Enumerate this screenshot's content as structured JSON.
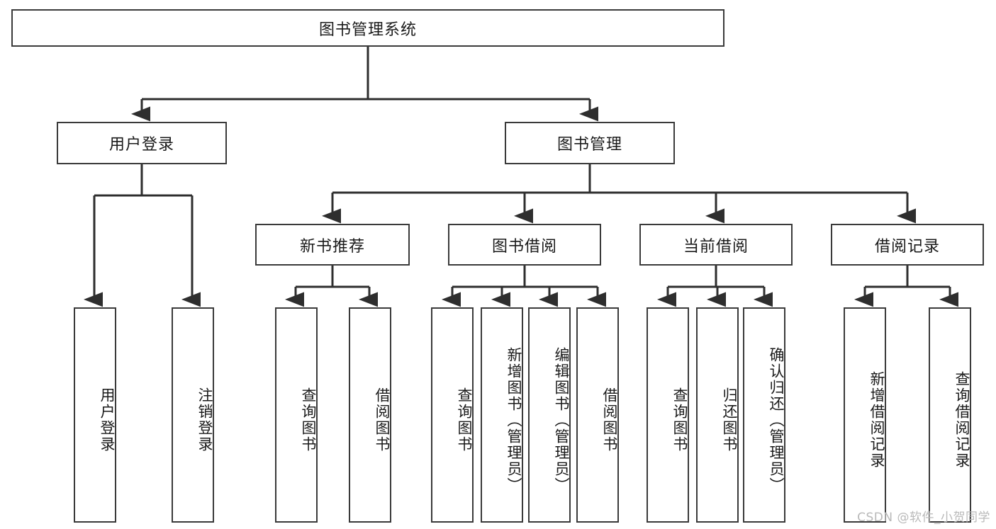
{
  "diagram": {
    "title": "图书管理系统",
    "watermark": "CSDN @软件_小贺同学",
    "colors": {
      "box_border": "#3a3a3a",
      "box_fill": "#ffffff",
      "line": "#2e2e2e",
      "text": "#1a1a1a",
      "watermark": "#b9b9b9",
      "background": "#ffffff"
    },
    "root": {
      "label": "图书管理系统"
    },
    "level2": [
      {
        "label": "用户登录"
      },
      {
        "label": "图书管理"
      }
    ],
    "level3": [
      {
        "label": "新书推荐"
      },
      {
        "label": "图书借阅"
      },
      {
        "label": "当前借阅"
      },
      {
        "label": "借阅记录"
      }
    ],
    "leaves": {
      "user_login": [
        {
          "label": "用户登录"
        },
        {
          "label": "注销登录"
        }
      ],
      "new_book_recommend": [
        {
          "label": "查询图书"
        },
        {
          "label": "借阅图书"
        }
      ],
      "book_borrow": [
        {
          "label": "查询图书"
        },
        {
          "label": "新增图书（管理员）"
        },
        {
          "label": "编辑图书（管理员）"
        },
        {
          "label": "借阅图书"
        }
      ],
      "current_borrow": [
        {
          "label": "查询图书"
        },
        {
          "label": "归还图书"
        },
        {
          "label": "确认归还（管理员）"
        }
      ],
      "borrow_record": [
        {
          "label": "新增借阅记录"
        },
        {
          "label": "查询借阅记录"
        }
      ]
    }
  }
}
